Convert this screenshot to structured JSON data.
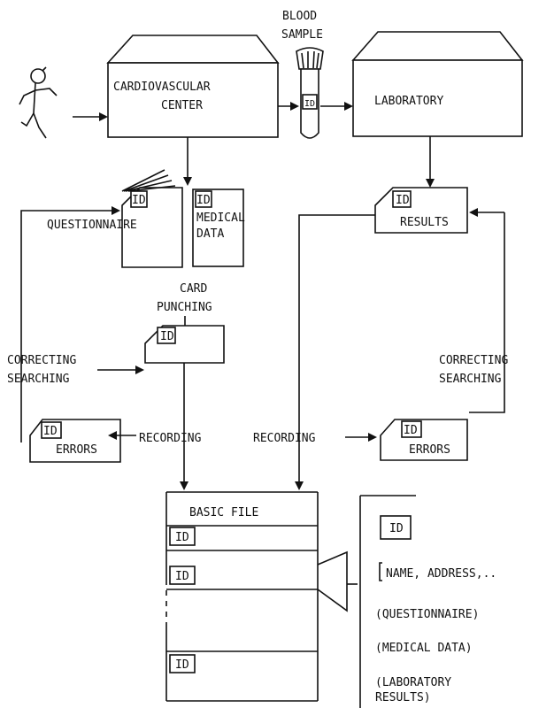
{
  "labels": {
    "blood_sample": [
      "BLOOD",
      "SAMPLE"
    ],
    "cardio_center": [
      "CARDIOVASCULAR",
      "CENTER"
    ],
    "laboratory": "LABORATORY",
    "questionnaire": "QUESTIONNAIRE",
    "medical_data": [
      "MEDICAL",
      "DATA"
    ],
    "results": "RESULTS",
    "card_punching": [
      "CARD",
      "PUNCHING"
    ],
    "correcting_searching": [
      "CORRECTING",
      "SEARCHING"
    ],
    "errors": "ERRORS",
    "recording": "RECORDING",
    "basic_file": "BASIC FILE",
    "id": "ID"
  },
  "basic_file_legend": [
    "ID",
    "NAME, ADDRESS,..",
    "(QUESTIONNAIRE)",
    "(MEDICAL DATA)",
    "(LABORATORY",
    "RESULTS)"
  ]
}
